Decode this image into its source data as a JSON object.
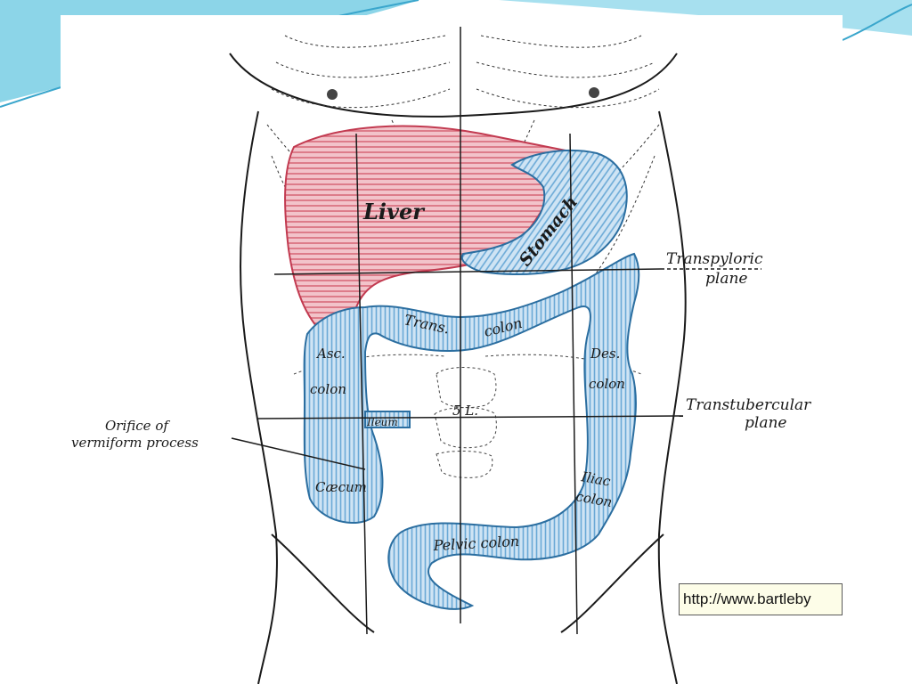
{
  "colors": {
    "liver": "#e8a3ad",
    "liver_stripe": "#d86a7a",
    "bowel": "#b7d6ee",
    "bowel_stripe": "#6aa9d6",
    "slide_accent": "#5bc3dd",
    "line": "#1a1a1a"
  },
  "labels": {
    "liver": "Liver",
    "stomach": "Stomach",
    "transpyloric_1": "Transpyloric",
    "transpyloric_2": "plane",
    "trans": "Trans.",
    "colon_trans": "colon",
    "asc": "Asc.",
    "colon_asc": "colon",
    "des": "Des.",
    "colon_des": "colon",
    "transtubercular_1": "Transtubercular",
    "transtubercular_2": "plane",
    "vertebra": "5 L.",
    "ileum": "Ileum",
    "orifice_1": "Orifice of",
    "orifice_2": "vermiform process",
    "caecum": "Cæcum",
    "iliac": "Iliac",
    "colon_iliac": "colon",
    "pelvic_colon": "Pelvic colon"
  },
  "source_url": "http://www.bartleby"
}
